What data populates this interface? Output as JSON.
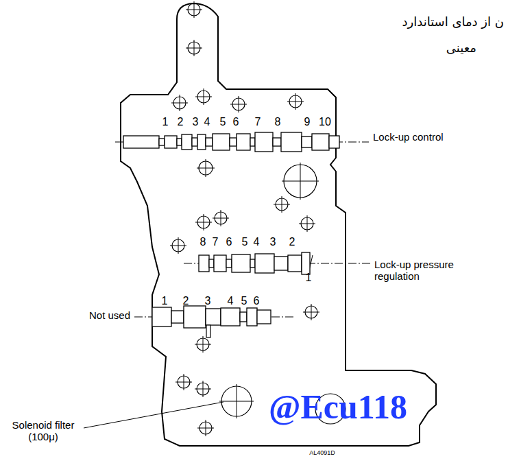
{
  "diagram": {
    "labels": [
      "ن از دمای استاندارد",
      "معینی",
      "1",
      "2",
      "3",
      "4",
      "5",
      "6",
      "7",
      "8",
      "9",
      "10",
      "Lock-up control",
      "8",
      "7",
      "6",
      "5",
      "4",
      "3",
      "2",
      "1",
      "Lock-up pressure regulation",
      "1",
      "2",
      "3",
      "4",
      "5",
      "6",
      "Not used",
      "Solenoid filter (100μ)",
      "@Ecu118",
      "AL4091D"
    ]
  }
}
